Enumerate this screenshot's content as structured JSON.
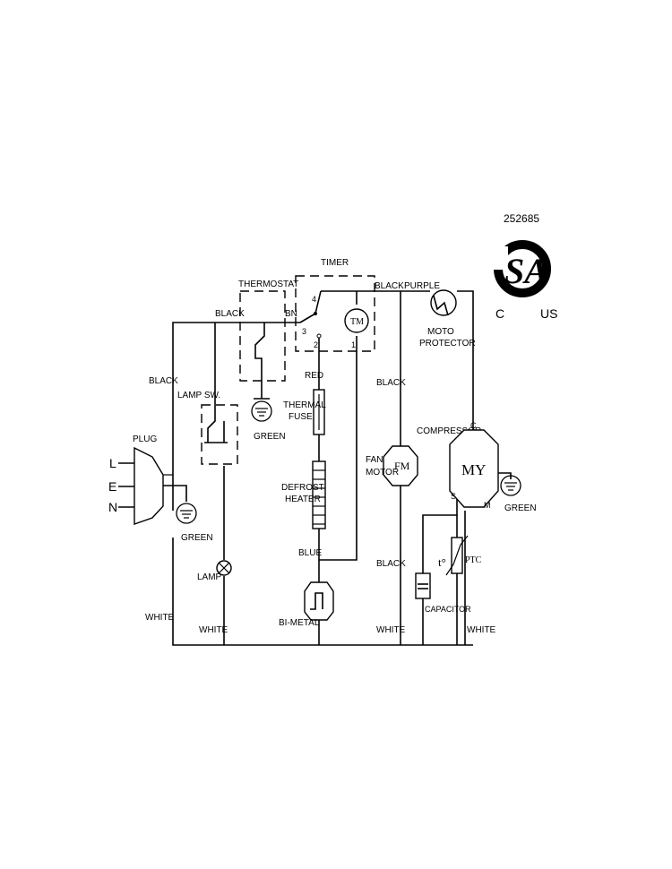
{
  "cert": {
    "number": "252685",
    "mark": "SA",
    "c": "C",
    "us": "US",
    "reg": "®"
  },
  "labels": {
    "timer": "TIMER",
    "thermostat": "THERMOSTAT",
    "black_top_left": "BLACK",
    "bn": "BN",
    "black_top_right": "BLACK",
    "purple": "PURPLE",
    "moto": "MOTO",
    "protector": "PROTECTOR",
    "tm": "TM",
    "t3": "3",
    "t4": "4",
    "t2": "2",
    "t1": "1",
    "black_left": "BLACK",
    "lamp_sw": "LAMP SW.",
    "green_thermo": "GREEN",
    "red": "RED",
    "thermal": "THERMAL",
    "fuse": "FUSE",
    "black_mid": "BLACK",
    "compressor": "COMPRESSOR",
    "plug": "PLUG",
    "l": "L",
    "e": "E",
    "n": "N",
    "fan": "FAN",
    "motor": "MOTOR",
    "fm": "FM",
    "my": "MY",
    "c_term": "C",
    "s_term": "S",
    "m_term": "M",
    "green_comp": "GREEN",
    "defrost": "DEFROST",
    "heater": "HEATER",
    "green_plug": "GREEN",
    "blue": "BLUE",
    "black_lower": "BLACK",
    "ptc": "PTC",
    "t_deg": "t°",
    "lamp": "LAMP",
    "capacitor": "CAPACITOR",
    "white_1": "WHITE",
    "white_2": "WHITE",
    "bimetal": "BI-METAL",
    "white_3": "WHITE",
    "white_4": "WHITE"
  }
}
